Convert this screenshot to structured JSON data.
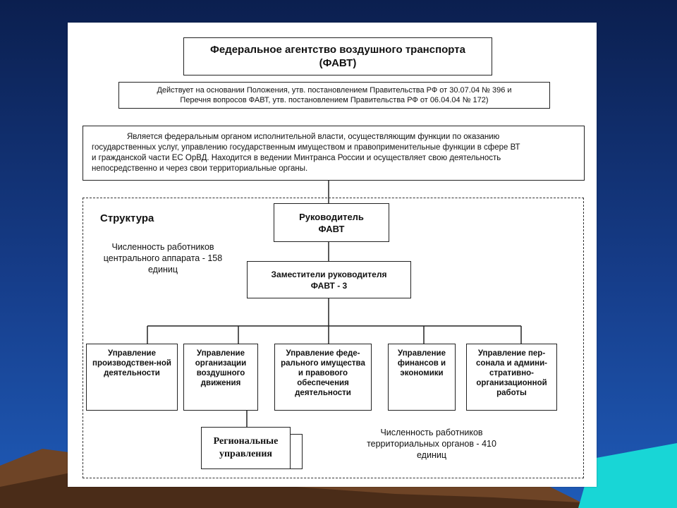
{
  "title": {
    "line1": "Федеральное агентство воздушного транспорта",
    "line2": "(ФАВТ)"
  },
  "basis": {
    "line1": "Действует на основании Положения, утв. постановлением Правительства РФ от 30.07.04 № 396 и",
    "line2": "Перечня вопросов ФАВТ, утв. постановлением Правительства РФ от 06.04.04 № 172)"
  },
  "description": {
    "line1": "Является федеральным органом исполнительной власти, осуществляющим функции по оказанию",
    "line2": "государственных услуг, управлению государственным имуществом и правоприменительные функции в сфере ВТ",
    "line3": "и гражданской части ЕС ОрВД. Находится в ведении Минтранса России и осуществляет свою деятельность",
    "line4": "непосредственно и через свои территориальные органы."
  },
  "structure": {
    "label": "Структура",
    "central_staff": "Численность работников центрального аппарата - 158 единиц",
    "regional_staff": "Численность работников территориальных органов - 410 единиц"
  },
  "head": {
    "line1": "Руководитель",
    "line2": "ФАВТ"
  },
  "deputy": {
    "line1": "Заместители руководителя",
    "line2": "ФАВТ - 3"
  },
  "departments": [
    "Управление производствен-ной деятельности",
    "Управление организации воздушного движения",
    "Управление феде-рального имущества и правового обеспечения деятельности",
    "Управление финансов и экономики",
    "Управление пер-сонала и админи-стративно-организационной работы"
  ],
  "regional": {
    "line1": "Региональные",
    "line2": "управления"
  },
  "colors": {
    "background_top": "#0b1f4f",
    "background_bottom": "#1f5bb8",
    "mountain_brown": "#7a4a2a",
    "water_cyan": "#18d6d6"
  }
}
